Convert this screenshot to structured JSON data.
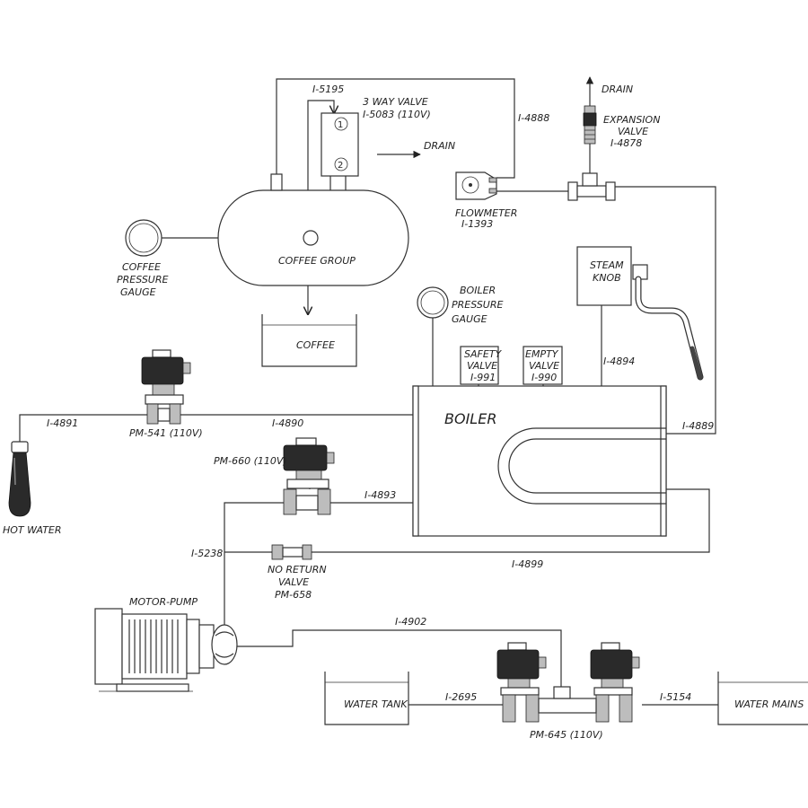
{
  "labels": {
    "valve3": "3 WAY VALVE",
    "valve3_code": "I-5083 (110V)",
    "i5195": "I-5195",
    "drain_mid": "DRAIN",
    "drain_top": "DRAIN",
    "i4888": "I-4888",
    "expansion1": "EXPANSION",
    "expansion2": "VALVE",
    "expansion3": "I-4878",
    "flowmeter1": "FLOWMETER",
    "flowmeter2": "I-1393",
    "coffee_group": "COFFEE GROUP",
    "coffee_gauge1": "COFFEE",
    "coffee_gauge2": "PRESSURE",
    "coffee_gauge3": "GAUGE",
    "coffee_cup": "COFFEE",
    "boiler_gauge1": "BOILER",
    "boiler_gauge2": "PRESSURE",
    "boiler_gauge3": "GAUGE",
    "steam1": "STEAM",
    "steam2": "KNOB",
    "safety1": "SAFETY",
    "safety2": "VALVE",
    "safety3": "I-991",
    "empty1": "EMPTY",
    "empty2": "VALVE",
    "empty3": "I-990",
    "i4894": "I-4894",
    "boiler": "BOILER",
    "i4889": "I-4889",
    "i4891": "I-4891",
    "i4890": "I-4890",
    "pm541": "PM-541 (110V)",
    "hot_water": "HOT WATER",
    "pm660": "PM-660 (110V)",
    "i4893": "I-4893",
    "i5238": "I-5238",
    "noreturn1": "NO RETURN",
    "noreturn2": "VALVE",
    "noreturn3": "PM-658",
    "i4899": "I-4899",
    "motor_pump": "MOTOR-PUMP",
    "i4902": "I-4902",
    "water_tank": "WATER TANK",
    "i2695": "I-2695",
    "pm645": "PM-645 (110V)",
    "i5154": "I-5154",
    "water_mains": "WATER MAINS",
    "valve_pos1": "1",
    "valve_pos2": "2"
  }
}
